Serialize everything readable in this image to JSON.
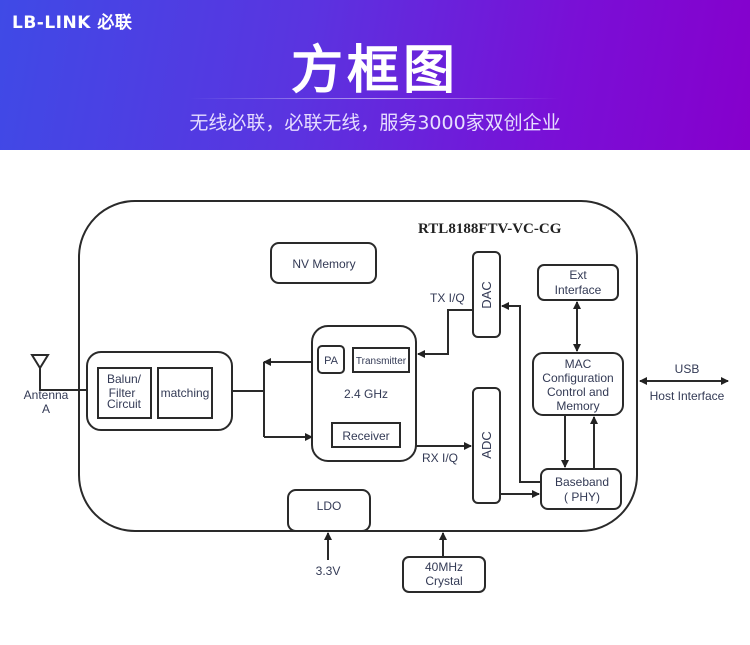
{
  "header": {
    "logo": "LB-LINK 必联",
    "title": "方框图",
    "subtitle": "无线必联，必联无线，服务3000家双创企业",
    "gradient_colors": [
      "#3f4ae6",
      "#8600cc"
    ]
  },
  "diagram": {
    "chip_name": "RTL8188FTV-VC-CG",
    "antenna": {
      "label_line1": "Antenna",
      "label_line2": "A"
    },
    "blocks": {
      "balun_line1": "Balun/",
      "balun_line2": "Filter",
      "balun_line3": "Circuit",
      "matching": "matching",
      "nv_memory": "NV Memory",
      "pa": "PA",
      "transmitter": "Transmitter",
      "frequency": "2.4 GHz",
      "receiver": "Receiver",
      "dac": "DAC",
      "adc": "ADC",
      "ext_line1": "Ext",
      "ext_line2": "Interface",
      "mac_line1": "MAC",
      "mac_line2": "Configuration",
      "mac_line3": "Control and",
      "mac_line4": "Memory",
      "baseband_line1": "Baseband",
      "baseband_line2": "( PHY)",
      "ldo": "LDO",
      "crystal_line1": "40MHz",
      "crystal_line2": "Crystal"
    },
    "signals": {
      "tx_iq": "TX I/Q",
      "rx_iq": "RX I/Q",
      "usb": "USB",
      "host_interface": "Host Interface",
      "power": "3.3V"
    }
  }
}
